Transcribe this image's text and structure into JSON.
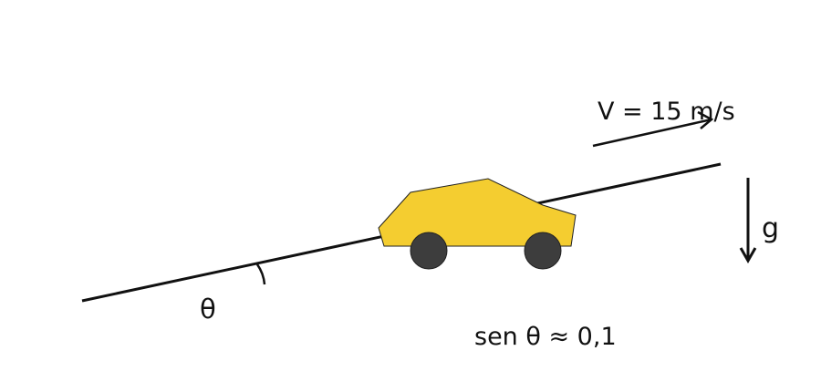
{
  "labels": {
    "velocity": "V = 15 m/s",
    "gravity": "g",
    "angle": "θ",
    "relation": "sen θ ≈ 0,1"
  },
  "colors": {
    "line": "#111111",
    "car_body": "#f4cd30",
    "wheel": "#3d3d3d"
  },
  "icons": {
    "car": "car-icon",
    "velocity_arrow": "arrow-up-right-icon",
    "gravity_arrow": "arrow-down-icon"
  }
}
